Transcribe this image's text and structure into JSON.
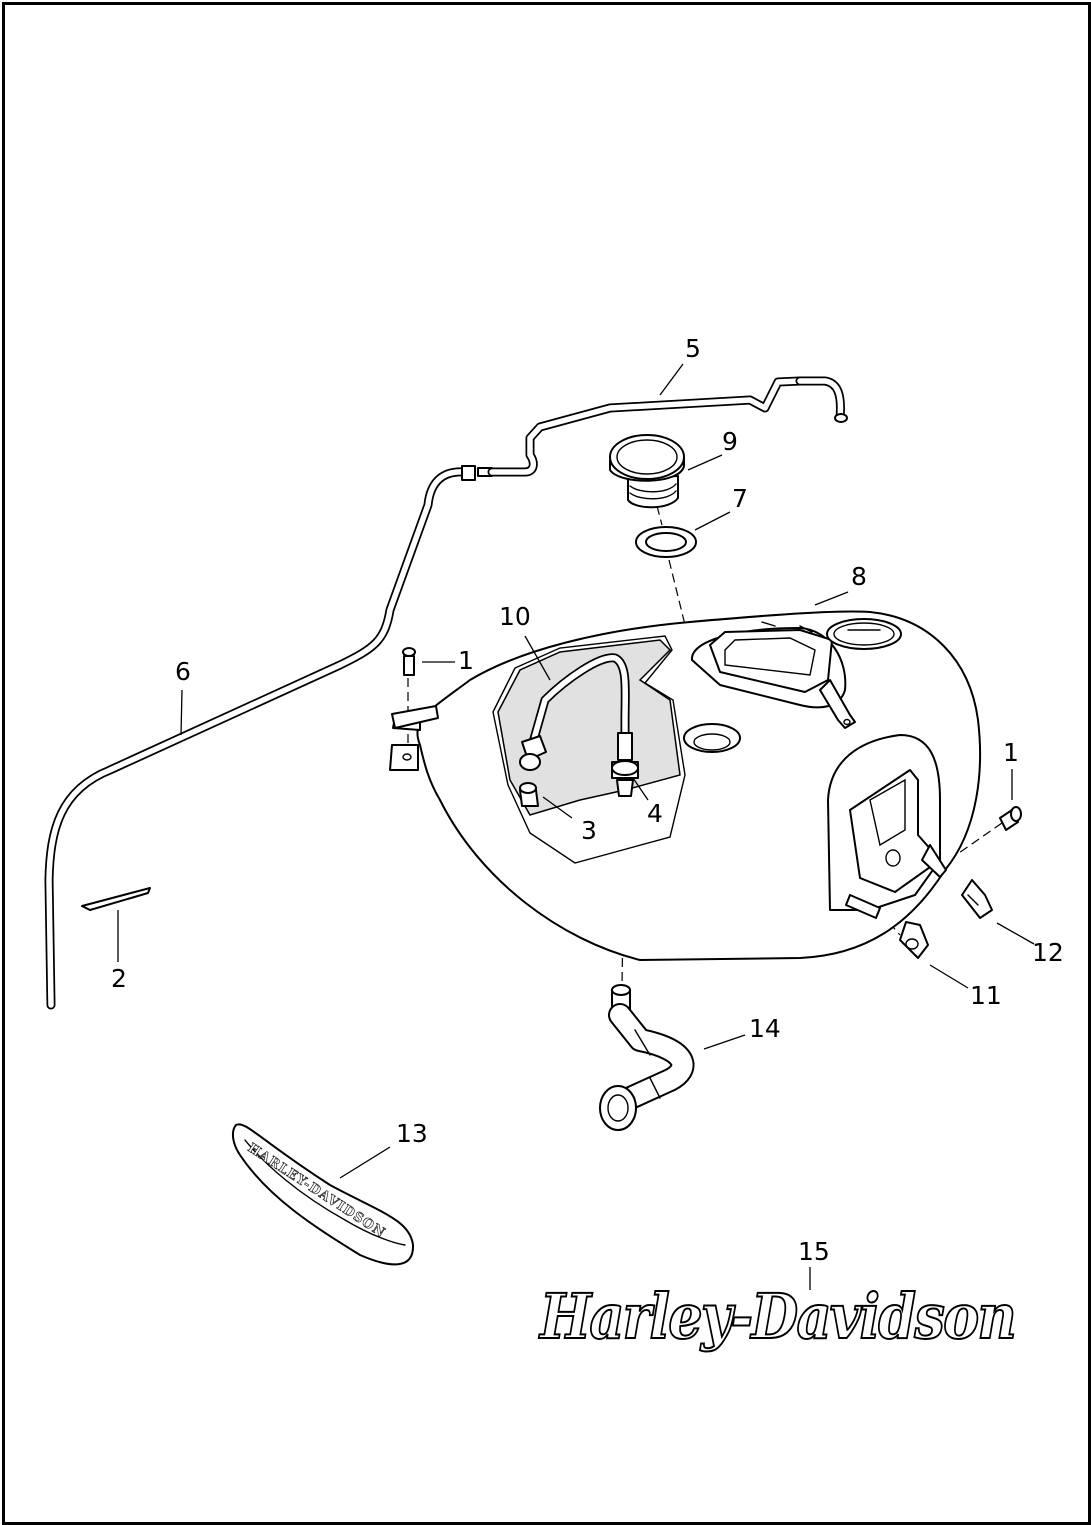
{
  "diagram": {
    "callouts": [
      {
        "id": "c1a",
        "label": "1"
      },
      {
        "id": "c1b",
        "label": "1"
      },
      {
        "id": "c2",
        "label": "2"
      },
      {
        "id": "c3",
        "label": "3"
      },
      {
        "id": "c4",
        "label": "4"
      },
      {
        "id": "c5",
        "label": "5"
      },
      {
        "id": "c6",
        "label": "6"
      },
      {
        "id": "c7",
        "label": "7"
      },
      {
        "id": "c8",
        "label": "8"
      },
      {
        "id": "c9",
        "label": "9"
      },
      {
        "id": "c10",
        "label": "10"
      },
      {
        "id": "c11",
        "label": "11"
      },
      {
        "id": "c12",
        "label": "12"
      },
      {
        "id": "c13",
        "label": "13"
      },
      {
        "id": "c14",
        "label": "14"
      },
      {
        "id": "c15",
        "label": "15"
      }
    ],
    "emblem_text": "HARLEY-DAVIDSON",
    "script_logo_text": "Harley-Davidson"
  }
}
